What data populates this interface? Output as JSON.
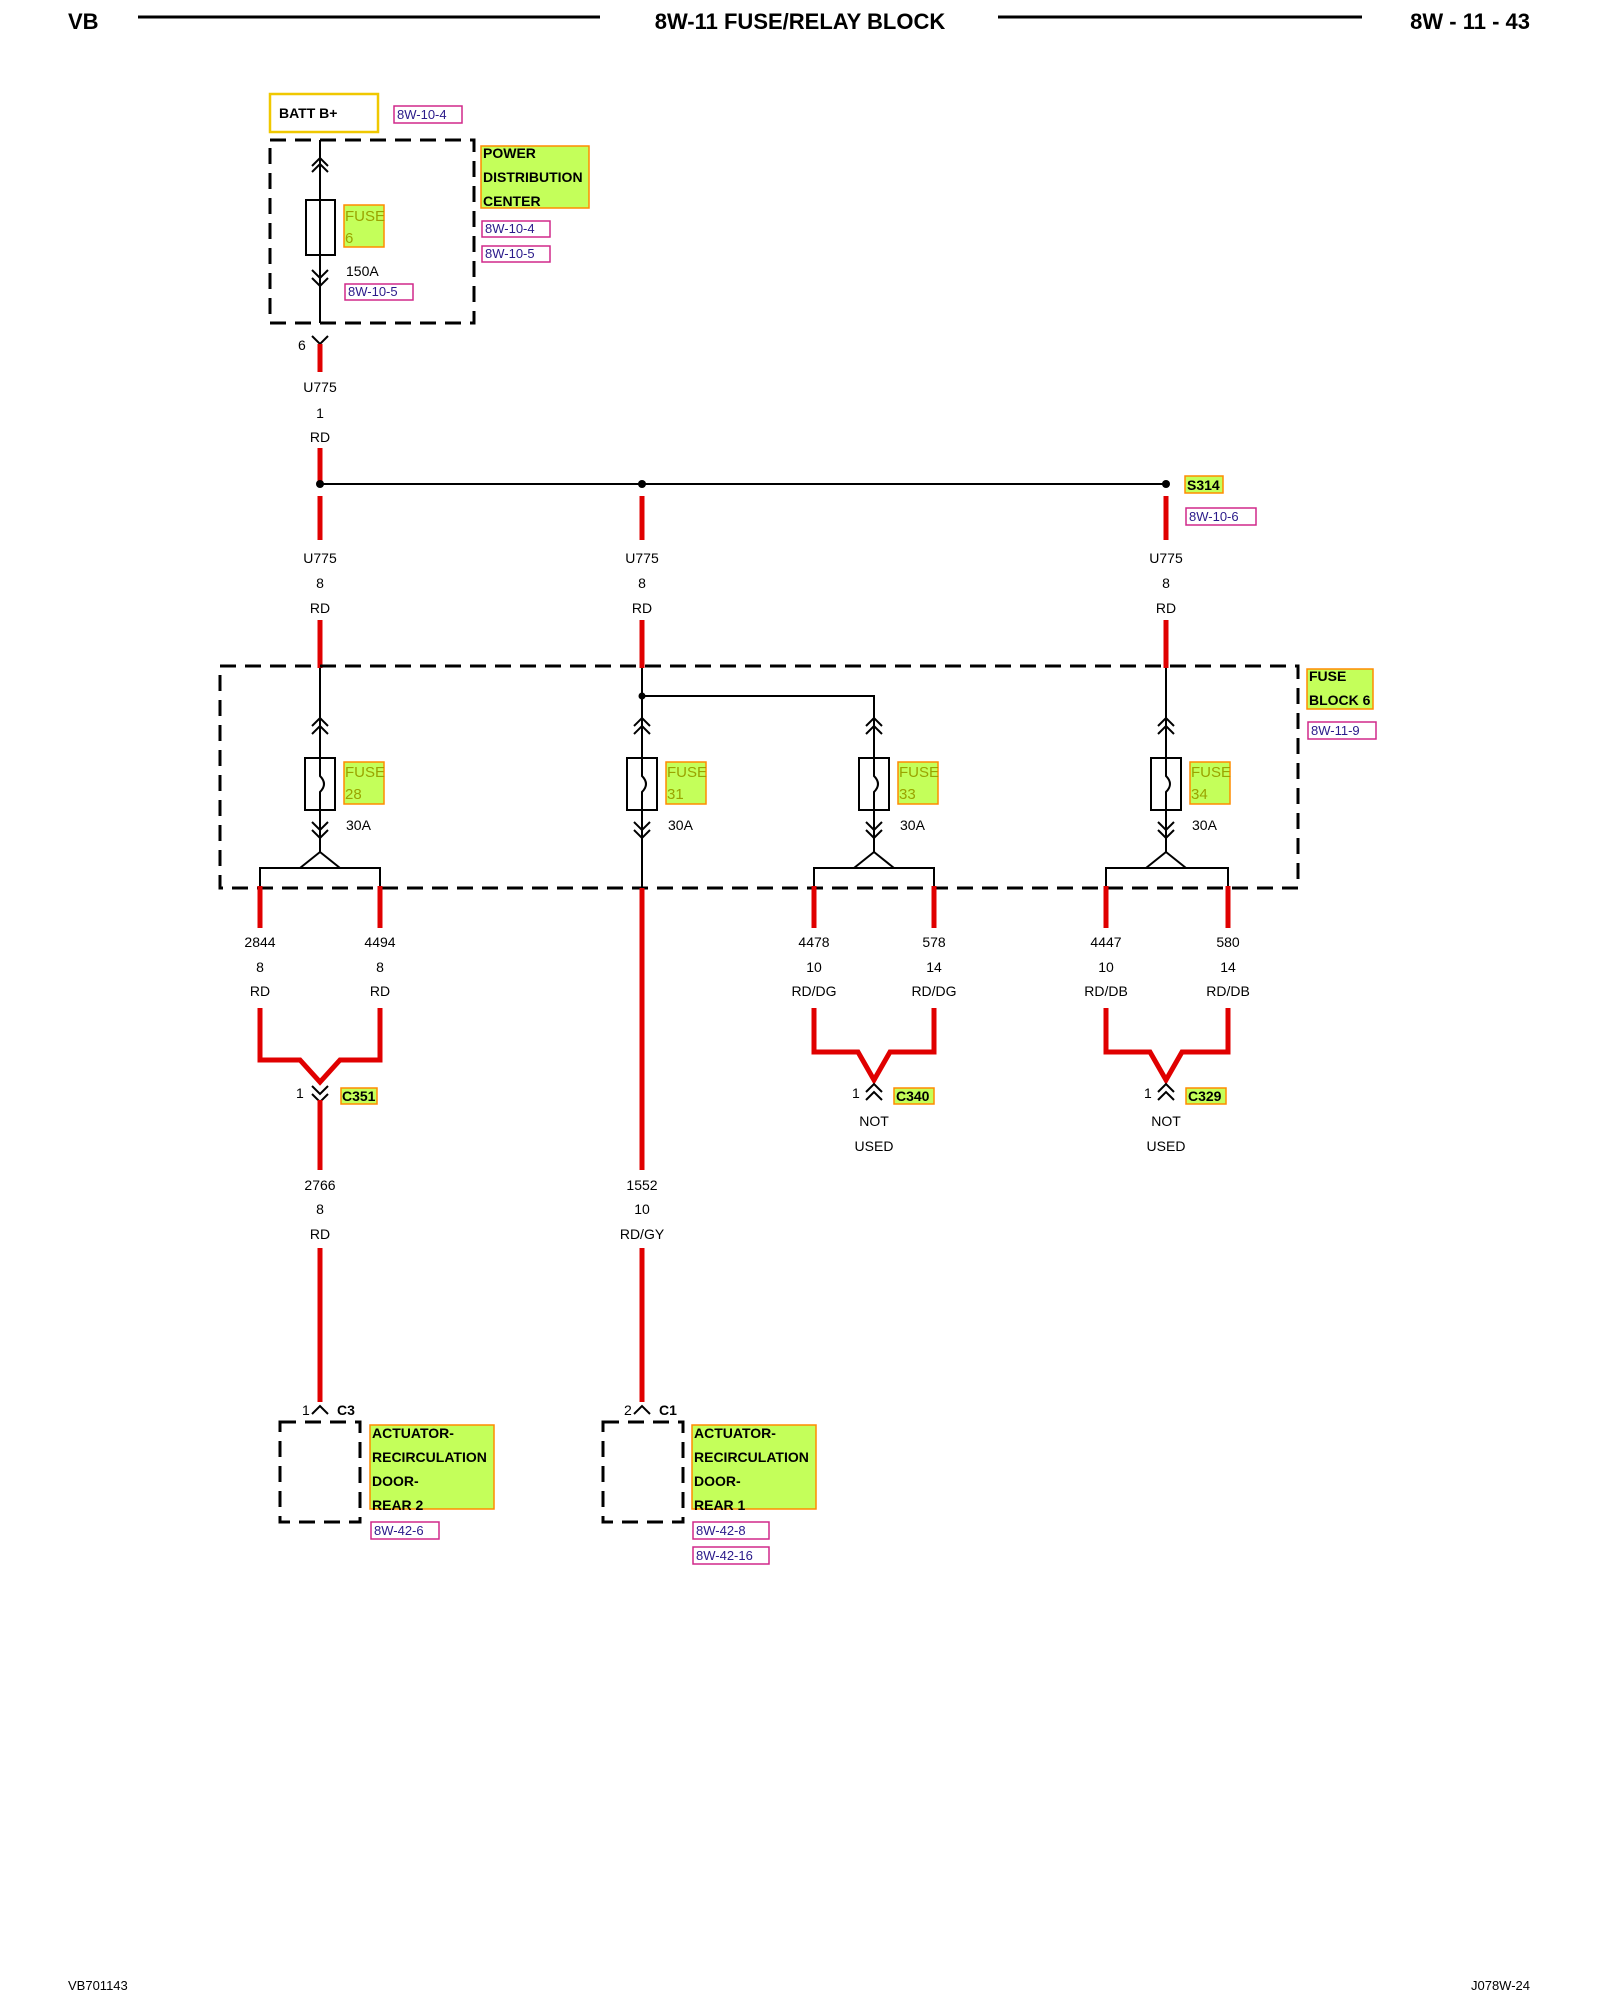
{
  "header": {
    "left": "VB",
    "title": "8W-11 FUSE/RELAY BLOCK",
    "right": "8W - 11 - 43"
  },
  "footer": {
    "left": "VB701143",
    "right": "J078W-24"
  },
  "batt": {
    "label": "BATT B+",
    "ref": "8W-10-4"
  },
  "pdc": {
    "lines": [
      "POWER",
      "DISTRIBUTION",
      "CENTER"
    ],
    "refs": [
      "8W-10-4",
      "8W-10-5"
    ],
    "fuse": {
      "name": "FUSE",
      "num": "6",
      "rating": "150A",
      "ref": "8W-10-5"
    },
    "pin": "6"
  },
  "feed_wire": {
    "circuit": "U775",
    "gauge": "1",
    "color": "RD"
  },
  "splice": {
    "id": "S314",
    "ref": "8W-10-6"
  },
  "branch_wire": {
    "circuit": "U775",
    "gauge": "8",
    "color": "RD"
  },
  "fuse_block": {
    "lines": [
      "FUSE",
      "BLOCK 6"
    ],
    "ref": "8W-11-9",
    "fuses": [
      {
        "name": "FUSE",
        "num": "28",
        "rating": "30A"
      },
      {
        "name": "FUSE",
        "num": "31",
        "rating": "30A"
      },
      {
        "name": "FUSE",
        "num": "33",
        "rating": "30A"
      },
      {
        "name": "FUSE",
        "num": "34",
        "rating": "30A"
      }
    ]
  },
  "out_wires": [
    {
      "circuit": "2844",
      "gauge": "8",
      "color": "RD"
    },
    {
      "circuit": "4494",
      "gauge": "8",
      "color": "RD"
    },
    {
      "circuit": "4478",
      "gauge": "10",
      "color": "RD/DG"
    },
    {
      "circuit": "578",
      "gauge": "14",
      "color": "RD/DG"
    },
    {
      "circuit": "4447",
      "gauge": "10",
      "color": "RD/DB"
    },
    {
      "circuit": "580",
      "gauge": "14",
      "color": "RD/DB"
    }
  ],
  "connectors": [
    {
      "id": "C351",
      "pin": "1"
    },
    {
      "id": "C340",
      "pin": "1",
      "note": [
        "NOT",
        "USED"
      ]
    },
    {
      "id": "C329",
      "pin": "1",
      "note": [
        "NOT",
        "USED"
      ]
    }
  ],
  "lower_wires": [
    {
      "circuit": "2766",
      "gauge": "8",
      "color": "RD"
    },
    {
      "circuit": "1552",
      "gauge": "10",
      "color": "RD/GY"
    }
  ],
  "actuators": [
    {
      "pin": "1",
      "conn": "C3",
      "lines": [
        "ACTUATOR-",
        "RECIRCULATION",
        "DOOR-",
        "REAR 2"
      ],
      "refs": [
        "8W-42-6"
      ]
    },
    {
      "pin": "2",
      "conn": "C1",
      "lines": [
        "ACTUATOR-",
        "RECIRCULATION",
        "DOOR-",
        "REAR 1"
      ],
      "refs": [
        "8W-42-8",
        "8W-42-16"
      ]
    }
  ]
}
